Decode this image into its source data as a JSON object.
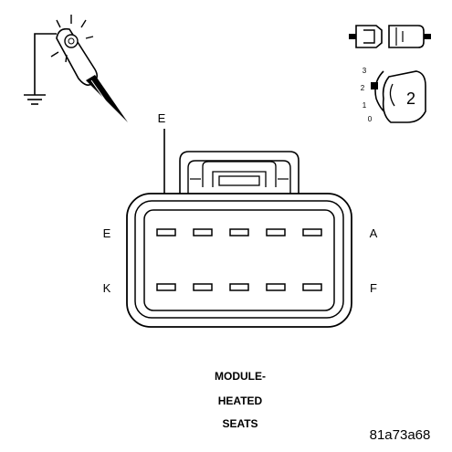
{
  "callout": {
    "label": "E"
  },
  "connector": {
    "row_top_left_label": "E",
    "row_top_right_label": "A",
    "row_bottom_left_label": "K",
    "row_bottom_right_label": "F"
  },
  "ignition_icon": {
    "positions": [
      "3",
      "2",
      "1",
      "0"
    ],
    "selected": "2"
  },
  "caption": {
    "line1": "MODULE-",
    "line2": "HEATED",
    "line3": "SEATS"
  },
  "figure_id": "81a73a68"
}
